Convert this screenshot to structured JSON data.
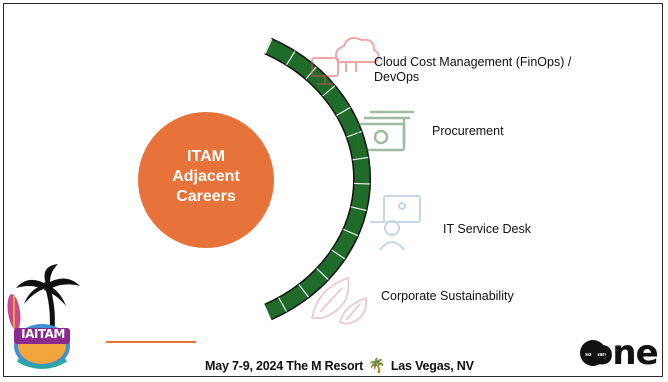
{
  "center": {
    "line1": "ITAM",
    "line2": "Adjacent",
    "line3": "Careers",
    "color": "#e8733a"
  },
  "arc_color": "#1f6b2a",
  "items": [
    {
      "label_line1": "Cloud Cost Management (FinOps) /",
      "label_line2": "DevOps",
      "icon": "cloud-computer-icon"
    },
    {
      "label_line1": "Procurement",
      "label_line2": "",
      "icon": "money-icon"
    },
    {
      "label_line1": "IT Service Desk",
      "label_line2": "",
      "icon": "support-agent-icon"
    },
    {
      "label_line1": "Corporate Sustainability",
      "label_line2": "",
      "icon": "leaf-icon"
    }
  ],
  "footer": {
    "date_venue": "May 7-9, 2024  The M Resort",
    "location": "Las Vegas, NV"
  },
  "badge": {
    "text": "IAITAM"
  },
  "logo": {
    "brand": "one",
    "prefix": "software"
  }
}
